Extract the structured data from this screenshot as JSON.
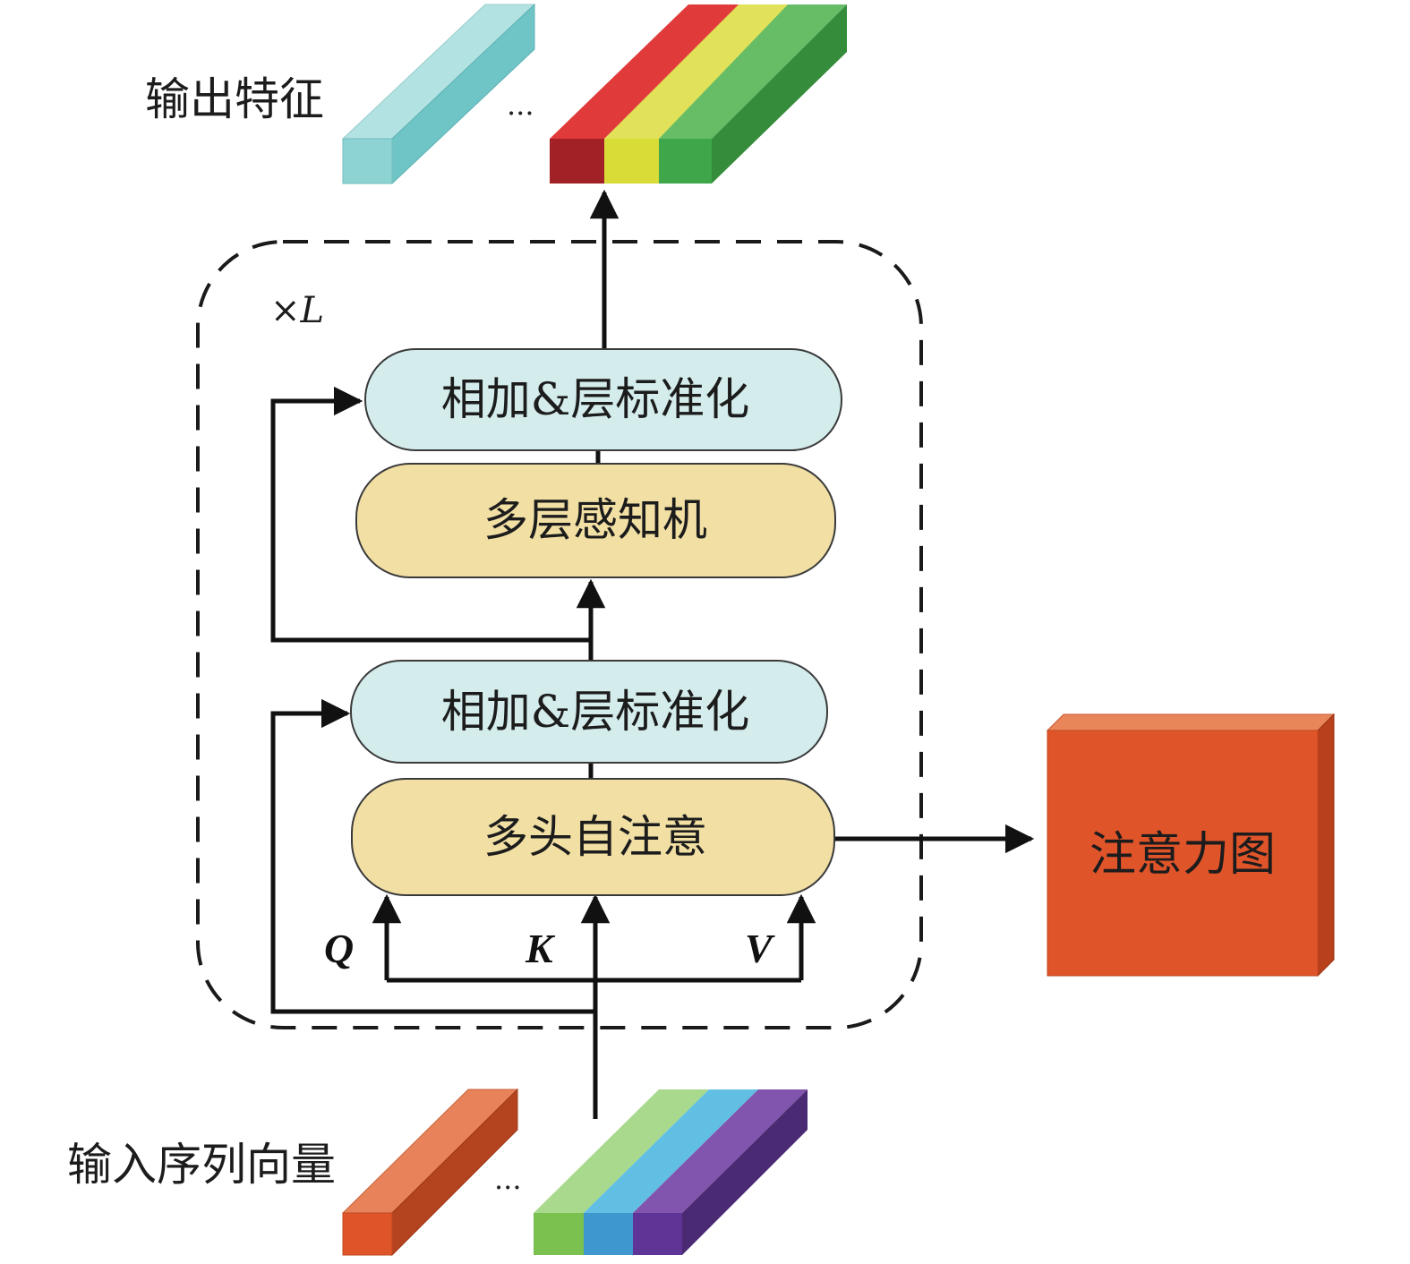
{
  "labels": {
    "output_features": "输出特征",
    "input_sequence": "输入序列向量",
    "repeat": "×L",
    "ellipsis_top": "...",
    "ellipsis_bottom": "...",
    "q": "Q",
    "k": "K",
    "v": "V"
  },
  "blocks": {
    "add_norm_top": "相加&层标准化",
    "mlp": "多层感知机",
    "add_norm_bottom": "相加&层标准化",
    "mhsa": "多头自注意",
    "attention_map": "注意力图"
  },
  "colors": {
    "norm_fill": "#d4ecec",
    "mlp_fill": "#f1dfa4",
    "attention_map": "#e0542a",
    "output_single": "#8dd3d3",
    "output_red": "#e03a3a",
    "output_yellow": "#dfe04a",
    "output_green": "#52b556",
    "input_single": "#e46a3c",
    "input_green": "#8fcb6e",
    "input_blue": "#4fa8d8",
    "input_purple": "#6f3f98"
  }
}
